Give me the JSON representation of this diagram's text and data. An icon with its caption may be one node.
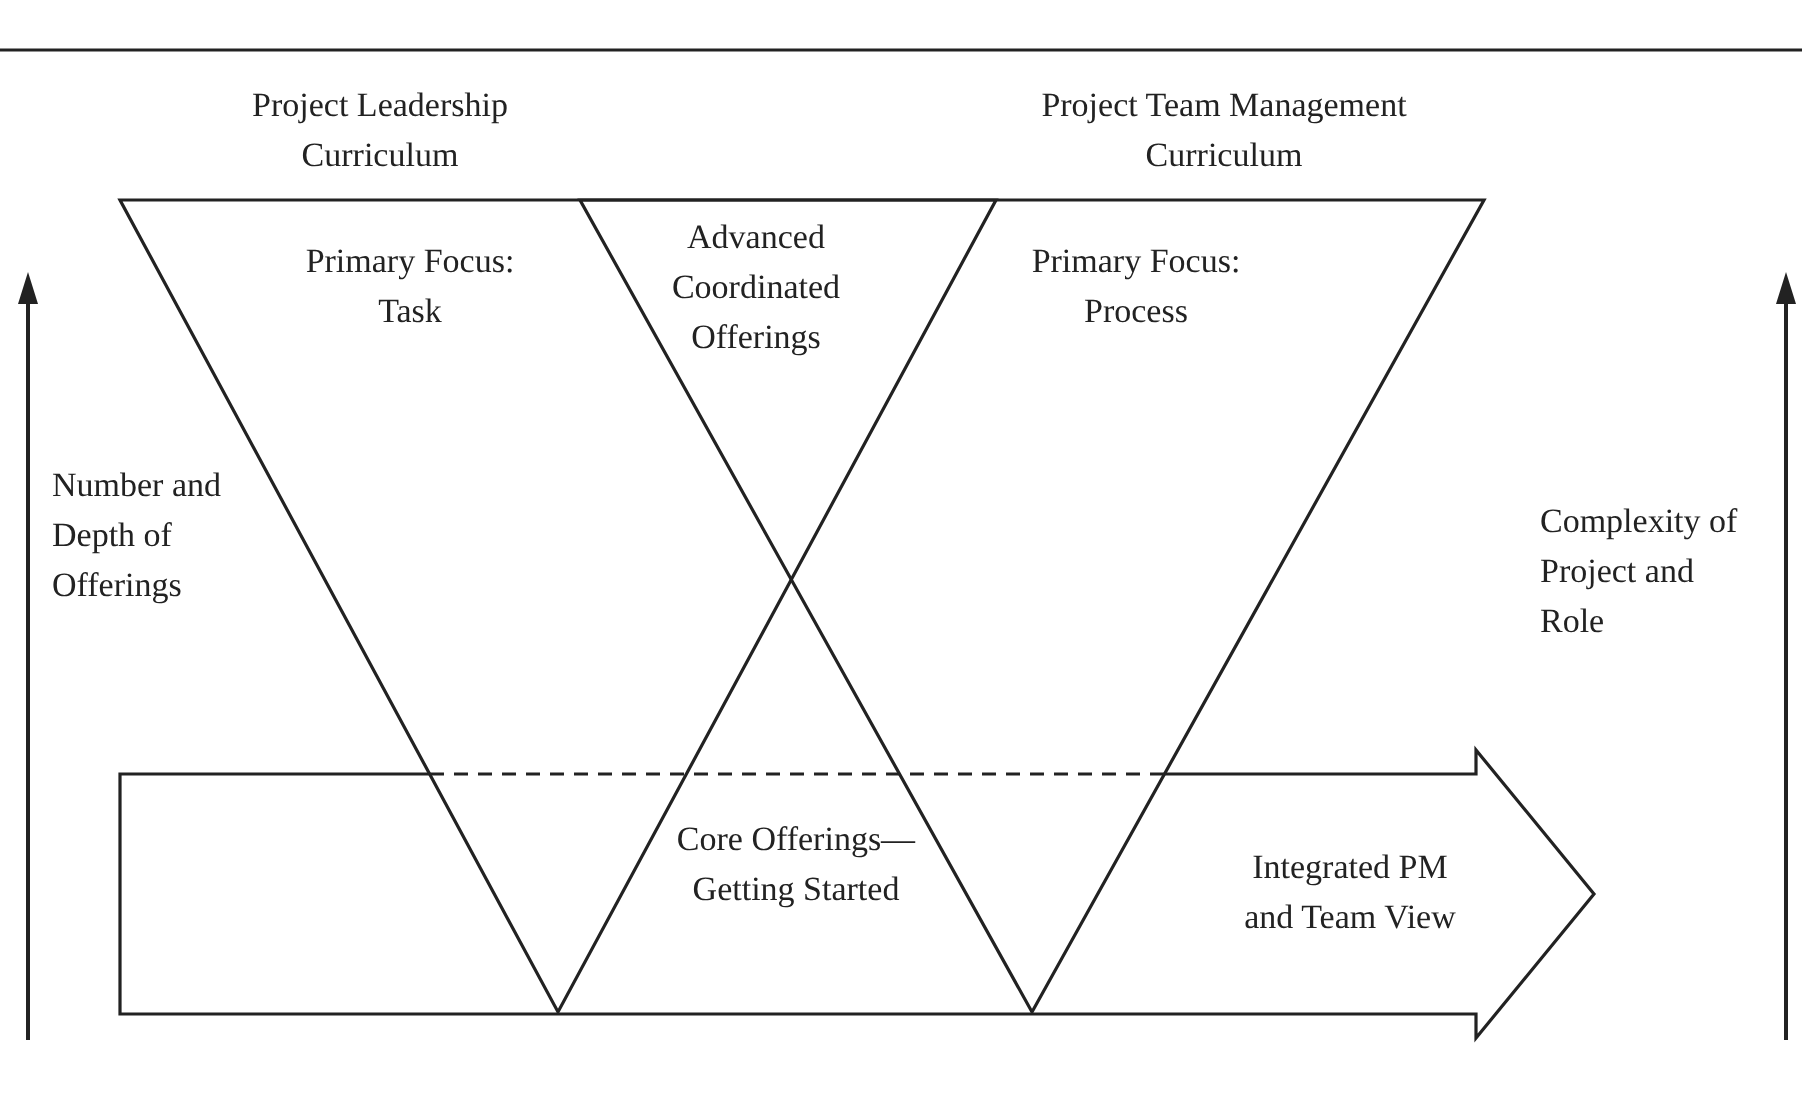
{
  "diagram": {
    "nodes": [
      {
        "text": [
          "Project Leadership Curriculum",
          "Primary Focus: Task"
        ]
      },
      {
        "text": [
          "Project Team Management Curriculum",
          "Primary Focus: Process"
        ]
      },
      {
        "text": [
          "Integrated PM and Team View"
        ]
      }
    ],
    "labels": [
      "Advanced Coordinated Offerings",
      "Number and Depth of Offerings",
      "Core Offerings— Getting Started",
      "Complexity of Project and Role"
    ]
  }
}
